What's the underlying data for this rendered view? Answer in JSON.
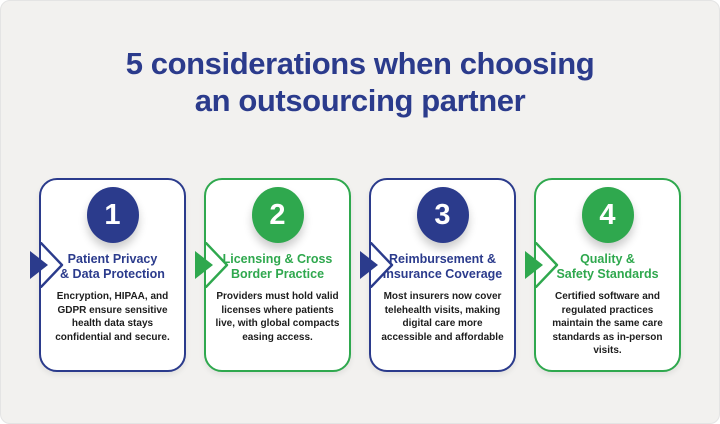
{
  "header": {
    "title_line1": "5 considerations when choosing",
    "title_line2": "an outsourcing partner"
  },
  "theme": {
    "blue": "#2b3b8c",
    "green": "#2fa84e",
    "background": "#f2f1ef",
    "card_background": "#ffffff",
    "body_text_color": "#1d1d1d"
  },
  "icons": {
    "card_marker": "double-chevron-right"
  },
  "cards": [
    {
      "number": "1",
      "color": "blue",
      "title_line1": "Patient Privacy",
      "title_line2": "& Data Protection",
      "body": "Encryption, HIPAA, and GDPR ensure sensitive health data stays confidential and secure."
    },
    {
      "number": "2",
      "color": "green",
      "title_line1": "Licensing & Cross",
      "title_line2": "Border Practice",
      "body": "Providers must hold valid licenses where patients live, with global compacts easing access."
    },
    {
      "number": "3",
      "color": "blue",
      "title_line1": "Reimbursement &",
      "title_line2": "Insurance Coverage",
      "body": "Most insurers now cover telehealth visits, making digital care more accessible and affordable"
    },
    {
      "number": "4",
      "color": "green",
      "title_line1": "Quality &",
      "title_line2": "Safety Standards",
      "body": "Certified software and regulated practices maintain the same care standards as in-person visits."
    }
  ]
}
